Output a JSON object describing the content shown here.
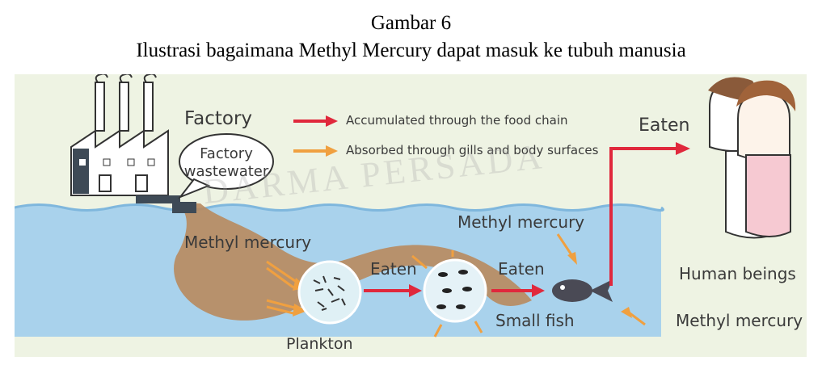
{
  "caption": {
    "line1": "Gambar 6",
    "line2": "Ilustrasi bagaimana Methyl Mercury dapat masuk ke tubuh manusia"
  },
  "watermark": {
    "text": "DARMA PERSADA"
  },
  "legend": {
    "red_text": "Accumulated through the food chain",
    "orange_text": "Absorbed through gills and body surfaces",
    "red_color": "#e0283c",
    "orange_color": "#f0a040"
  },
  "labels": {
    "factory": "Factory",
    "wastewater_line1": "Factory",
    "wastewater_line2": "wastewater",
    "methyl_mercury_left": "Methyl mercury",
    "plankton": "Plankton",
    "eaten_1": "Eaten",
    "eaten_2": "Eaten",
    "eaten_top": "Eaten",
    "methyl_mercury_top": "Methyl mercury",
    "small_fish": "Small fish",
    "human_beings": "Human beings",
    "methyl_mercury_right": "Methyl mercury"
  },
  "colors": {
    "background": "#eef3e3",
    "water": "#a9d2ec",
    "sludge": "#b88a5e",
    "text": "#3a3a3a"
  }
}
